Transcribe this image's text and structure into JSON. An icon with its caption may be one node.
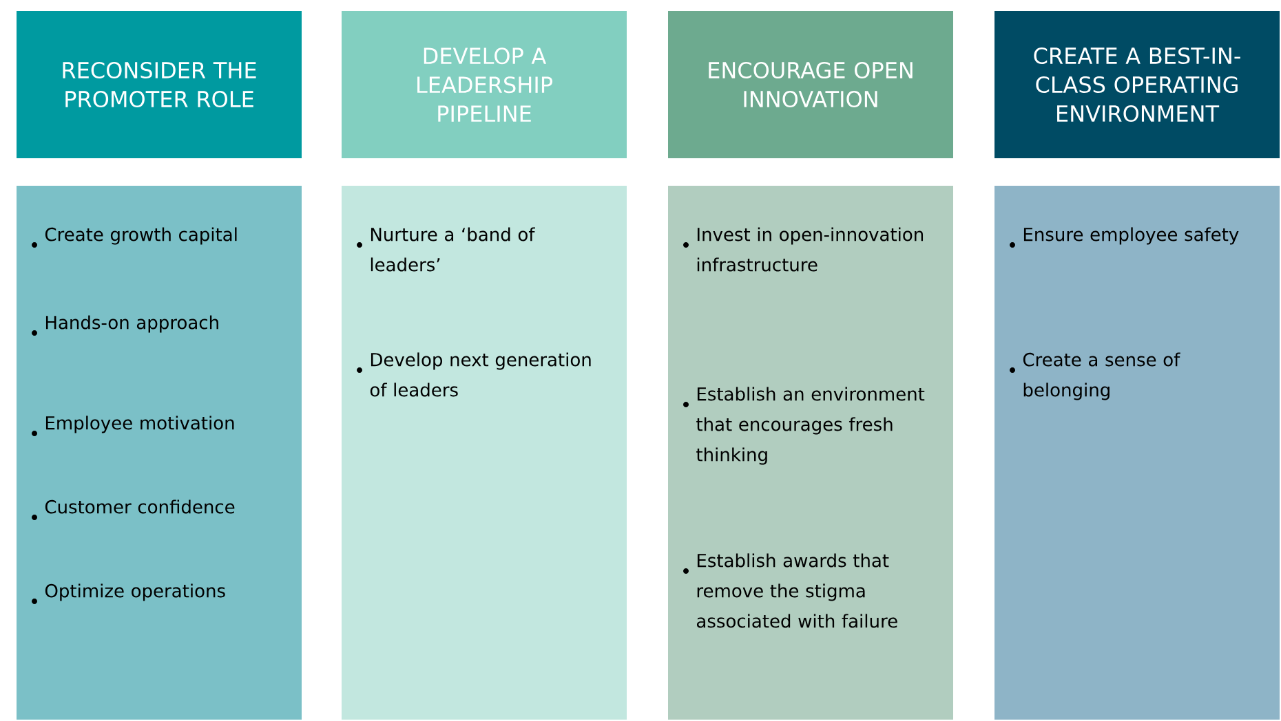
{
  "diagram": {
    "nodes": [
      {
        "text": [
          "RECONSIDER THE PROMOTER ROLE"
        ]
      },
      {
        "text": [
          "DEVELOP A LEADERSHIP PIPELINE"
        ]
      },
      {
        "text": [
          "ENCOURAGE OPEN INNOVATION"
        ]
      },
      {
        "text": [
          "CREATE A BEST-IN-CLASS OPERATING ENVIRONMENT"
        ]
      },
      {
        "text": [
          "Create growth capital",
          "Hands-on approach",
          "Employee motivation",
          "Customer confidence",
          "Optimize operations"
        ]
      },
      {
        "text": [
          "Nurture a ‘band of leaders’",
          "Develop next generation of leaders"
        ]
      },
      {
        "text": [
          "Invest in open-innovation infrastructure",
          "Establish an environment that encourages fresh thinking",
          "Establish awards that remove the stigma associated with failure"
        ]
      },
      {
        "text": [
          "Ensure employee safety",
          "Create a sense of belonging"
        ]
      }
    ]
  }
}
